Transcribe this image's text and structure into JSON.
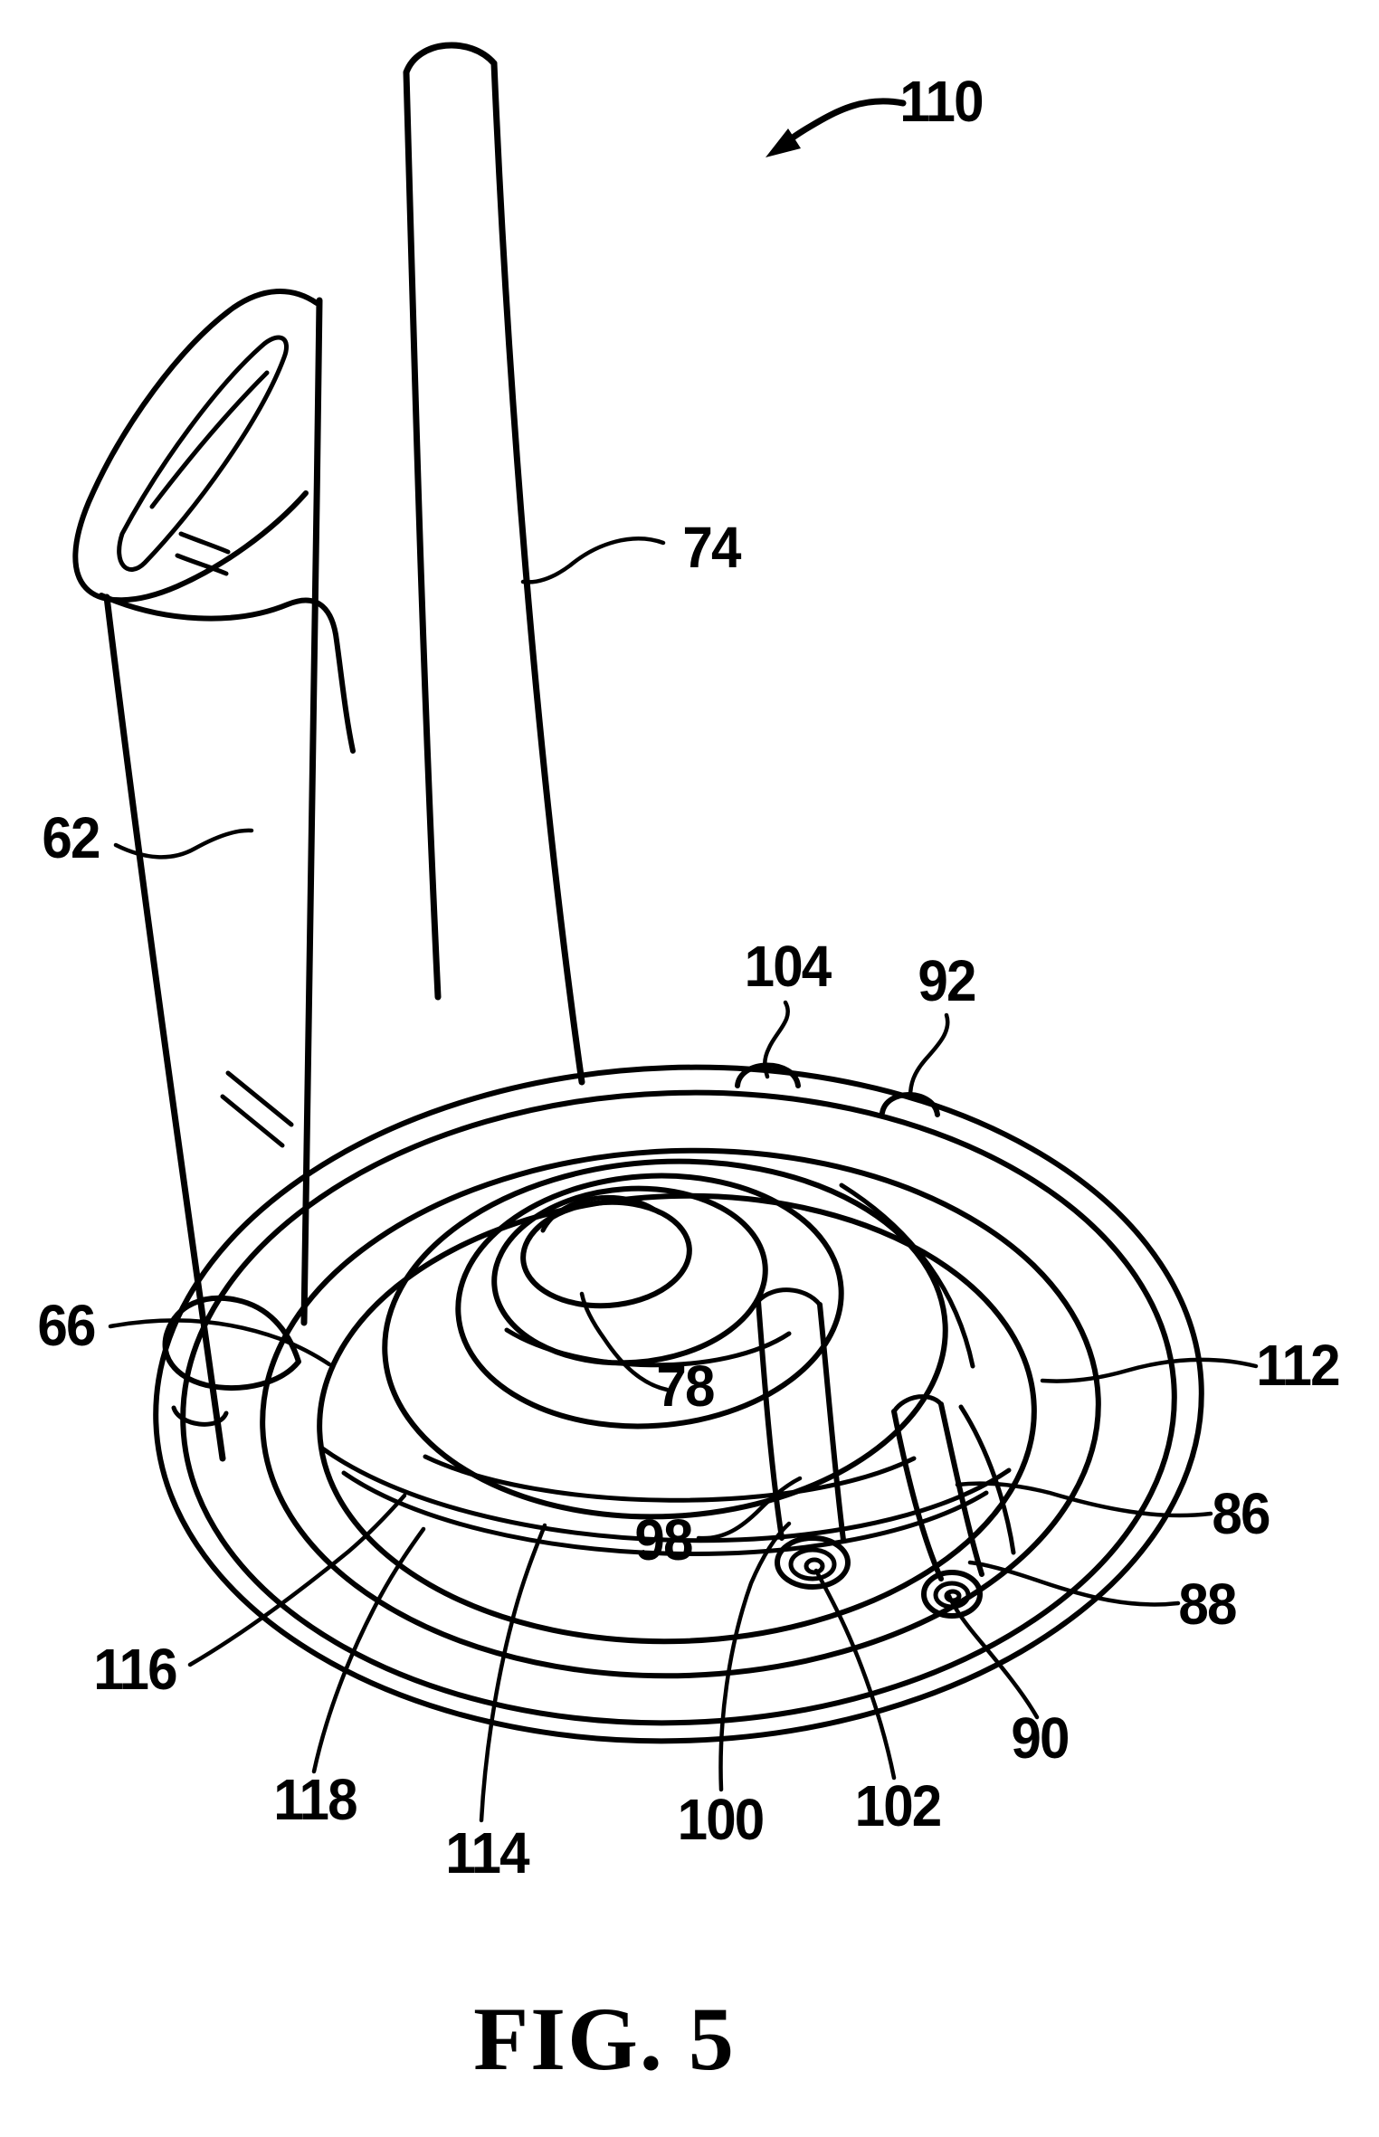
{
  "figure": {
    "caption": "FIG. 5",
    "colors": {
      "ink": "#000000",
      "background": "#ffffff"
    },
    "labels": [
      {
        "ref": "110"
      },
      {
        "ref": "74"
      },
      {
        "ref": "62"
      },
      {
        "ref": "104"
      },
      {
        "ref": "92"
      },
      {
        "ref": "66"
      },
      {
        "ref": "112"
      },
      {
        "ref": "78"
      },
      {
        "ref": "98"
      },
      {
        "ref": "86"
      },
      {
        "ref": "88"
      },
      {
        "ref": "116"
      },
      {
        "ref": "90"
      },
      {
        "ref": "118"
      },
      {
        "ref": "114"
      },
      {
        "ref": "100"
      },
      {
        "ref": "102"
      }
    ]
  }
}
